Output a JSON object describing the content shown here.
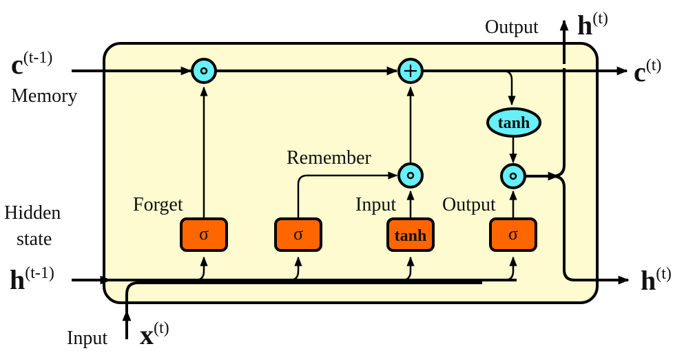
{
  "title": "LSTM cell diagram",
  "colors": {
    "cell_background": "#fdfbcf",
    "gate_fill": "#ff6600",
    "op_fill": "#66f0f8",
    "stroke": "#000000"
  },
  "inputs": {
    "prev_cell_state": {
      "symbol": "c",
      "superscript": "(t-1)",
      "caption": "Memory"
    },
    "prev_hidden_state": {
      "symbol": "h",
      "superscript": "(t-1)",
      "caption_line1": "Hidden",
      "caption_line2": "state"
    },
    "input": {
      "symbol": "x",
      "superscript": "(t)",
      "caption": "Input"
    }
  },
  "outputs": {
    "cell_state": {
      "symbol": "c",
      "superscript": "(t)"
    },
    "hidden_state_top": {
      "symbol": "h",
      "superscript": "(t)",
      "caption": "Output"
    },
    "hidden_state_right": {
      "symbol": "h",
      "superscript": "(t)"
    }
  },
  "gates": [
    {
      "id": "forget",
      "label": "Forget",
      "function": "σ"
    },
    {
      "id": "remember",
      "label": "Remember",
      "function": "σ"
    },
    {
      "id": "input",
      "label": "Input",
      "function": "tanh"
    },
    {
      "id": "output",
      "label": "Output",
      "function": "σ"
    }
  ],
  "operations": {
    "forget_multiply": "∘",
    "cell_add": "+",
    "input_multiply": "∘",
    "output_multiply": "∘",
    "cell_tanh": "tanh"
  }
}
